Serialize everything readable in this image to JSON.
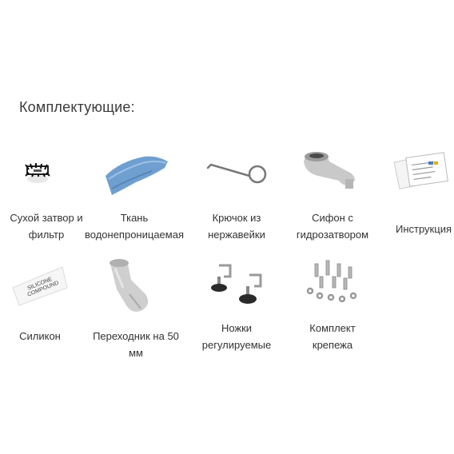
{
  "heading": "Комплектующие:",
  "items": [
    {
      "icon": "dry-trap-filter-icon",
      "line1": "Сухой затвор и",
      "line2": "фильтр"
    },
    {
      "icon": "fabric-icon",
      "line1": "Ткань",
      "line2": "водонепроницаемая"
    },
    {
      "icon": "hook-icon",
      "line1": "Крючок из",
      "line2": "нержавейки"
    },
    {
      "icon": "siphon-icon",
      "line1": "Сифон с",
      "line2": "гидрозатвором"
    },
    {
      "icon": "manual-icon",
      "line1": "Инструкция",
      "line2": ""
    },
    {
      "icon": "silicone-icon",
      "line1": "Силикон",
      "line2": ""
    },
    {
      "icon": "adapter-pipe-icon",
      "line1": "Переходник на 50 мм",
      "line2": ""
    },
    {
      "icon": "adjustable-feet-icon",
      "line1": "Ножки",
      "line2": "регулируемые"
    },
    {
      "icon": "fasteners-icon",
      "line1": "Комплект",
      "line2": "крепежа"
    }
  ],
  "silicone_print": [
    "SILICONE",
    "COMPOUND"
  ],
  "colors": {
    "text": "#333333",
    "fabric": "#6f9fd0",
    "steel": "#9a9a9a",
    "pipe": "#cfcfcf",
    "feet": "#2a2a2a"
  }
}
